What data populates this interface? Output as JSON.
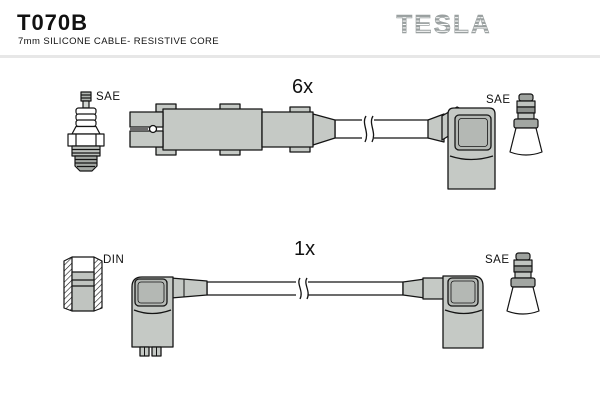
{
  "header": {
    "part_number": "T070B",
    "subtitle": "7mm SILICONE CABLE- RESISTIVE CORE",
    "brand": "TESLA"
  },
  "cables": [
    {
      "quantity_label": "6x",
      "left_terminal": {
        "standard_label": "SAE",
        "icon": "spark-plug-icon"
      },
      "right_terminal": {
        "standard_label": "SAE",
        "icon": "sae-terminal-icon"
      },
      "left_connector": "straight-connector-with-clips",
      "right_connector": "90-degree-boot"
    },
    {
      "quantity_label": "1x",
      "left_terminal": {
        "standard_label": "DIN",
        "icon": "din-socket-icon"
      },
      "right_terminal": {
        "standard_label": "SAE",
        "icon": "sae-terminal-icon"
      },
      "left_connector": "90-degree-boot",
      "right_connector": "90-degree-boot"
    }
  ],
  "colors": {
    "background": "#ffffff",
    "connector_fill": "#c5c9c5",
    "connector_window": "#b4b8b4",
    "connector_dark": "#8e928e",
    "outline": "#141414",
    "logo_gray": "#9aa0a0",
    "divider": "#e7e7e7"
  }
}
